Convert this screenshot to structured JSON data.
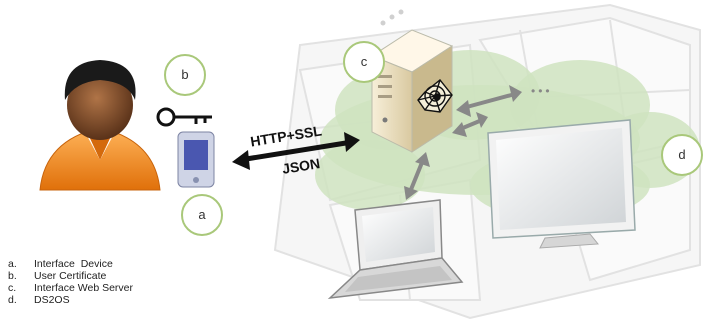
{
  "callouts": {
    "a": "a",
    "b": "b",
    "c": "c",
    "d": "d"
  },
  "protocol": {
    "line1": "HTTP+SSL",
    "line2": "JSON"
  },
  "ellipsis": "•••",
  "legend": [
    {
      "key": "a.",
      "label": "Interface  Device"
    },
    {
      "key": "b.",
      "label": "User Certificate"
    },
    {
      "key": "c.",
      "label": "Interface Web Server"
    },
    {
      "key": "d.",
      "label": "DS2OS"
    }
  ],
  "colors": {
    "callout_ring": "#a9c87a",
    "cloud": "#cfe3bf",
    "arrow_dark": "#111111",
    "arrow_gray": "#8a8a8a",
    "person_skin": "#7a4a2a",
    "person_shirt": "#f08a1c"
  }
}
